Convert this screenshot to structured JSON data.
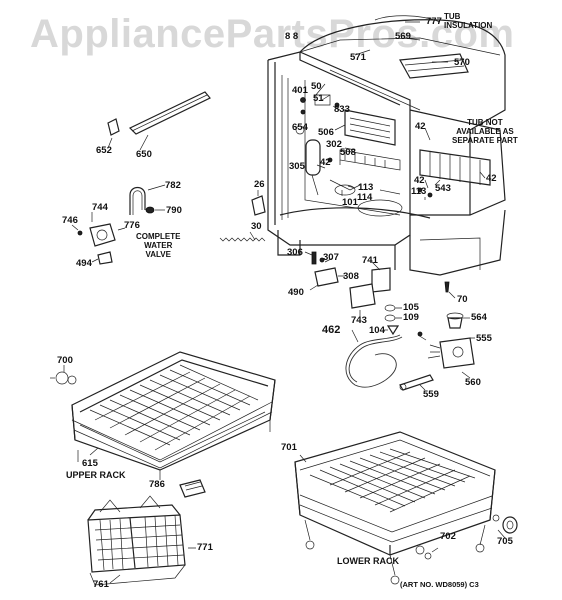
{
  "watermark": "AppliancePartsPros.com",
  "art_number": "(ART NO. WD8059) C3",
  "captions": {
    "tub_insulation": "TUB\nINSULATION",
    "tub_not_available": "TUB NOT\nAVAILABLE AS\nSEPARATE PART",
    "complete_water_valve": "COMPLETE\nWATER\nVALVE",
    "upper_rack": "UPPER RACK",
    "lower_rack": "LOWER RACK"
  },
  "part_numbers": {
    "p777": "777",
    "p569": "569",
    "p571": "571",
    "p570": "570",
    "p888": "8 8",
    "p50": "50",
    "p51": "51",
    "p401": "401",
    "p833": "833",
    "p654": "654",
    "p506": "506",
    "p302": "302",
    "p508": "508",
    "p42a": "42",
    "p42b": "42",
    "p42c": "42",
    "p42d": "42",
    "p305": "305",
    "p113a": "113",
    "p113b": "113",
    "p114": "114",
    "p101": "101",
    "p543": "543",
    "p652": "652",
    "p650": "650",
    "p782": "782",
    "p790": "790",
    "p744": "744",
    "p776": "776",
    "p746": "746",
    "p494": "494",
    "p26": "26",
    "p30": "30",
    "p306": "306",
    "p307": "307",
    "p741": "741",
    "p308": "308",
    "p490": "490",
    "p70": "70",
    "p105": "105",
    "p109": "109",
    "p743": "743",
    "p462": "462",
    "p104": "104",
    "p564": "564",
    "p555": "555",
    "p560": "560",
    "p559": "559",
    "p700": "700",
    "p615": "615",
    "p786": "786",
    "p701": "701",
    "p771": "771",
    "p761": "761",
    "p702": "702",
    "p705": "705"
  }
}
